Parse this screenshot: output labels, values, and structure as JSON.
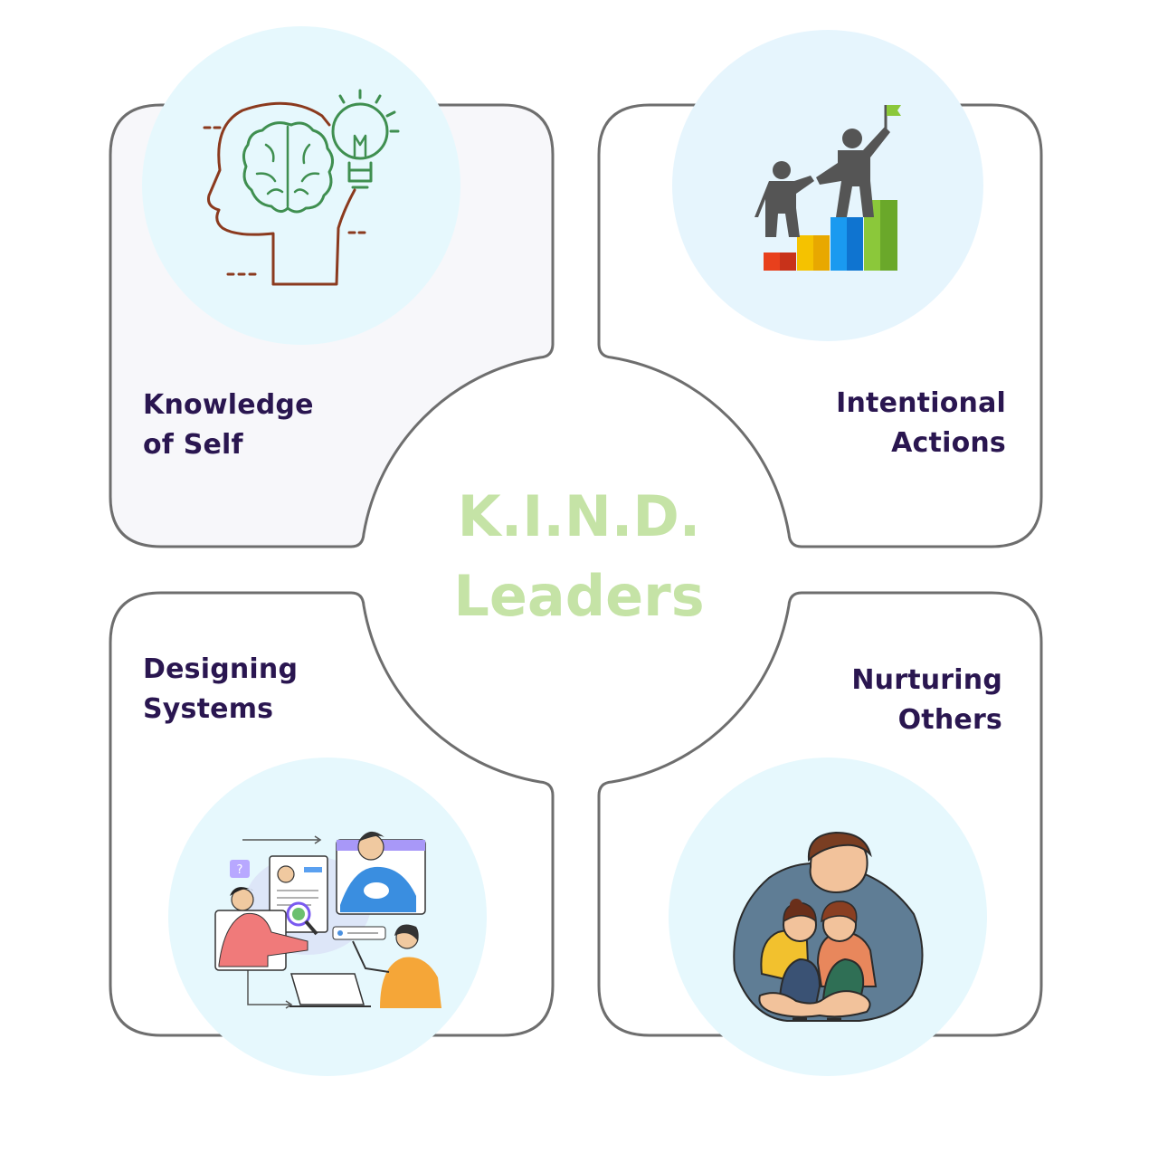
{
  "title": {
    "line1": "K.I.N.D.",
    "line2": "Leaders"
  },
  "quadrants": [
    {
      "line1": "Knowledge",
      "line2": "of Self",
      "icon": "head-brain-lightbulb-icon"
    },
    {
      "line1": "Intentional",
      "line2": "Actions",
      "icon": "people-climbing-bar-chart-flag-icon"
    },
    {
      "line1": "Designing",
      "line2": "Systems",
      "icon": "team-collaboration-illustration"
    },
    {
      "line1": "Nurturing",
      "line2": "Others",
      "icon": "parent-hugging-children-illustration"
    }
  ],
  "colors": {
    "outline": "#6e6e6e",
    "panel_fill_top_left": "#f7f7fa",
    "panel_fill": "#ffffff",
    "icon_circle": "#e6f8fd",
    "label_text": "#2a1650",
    "title_text": "#c5e3a6"
  }
}
